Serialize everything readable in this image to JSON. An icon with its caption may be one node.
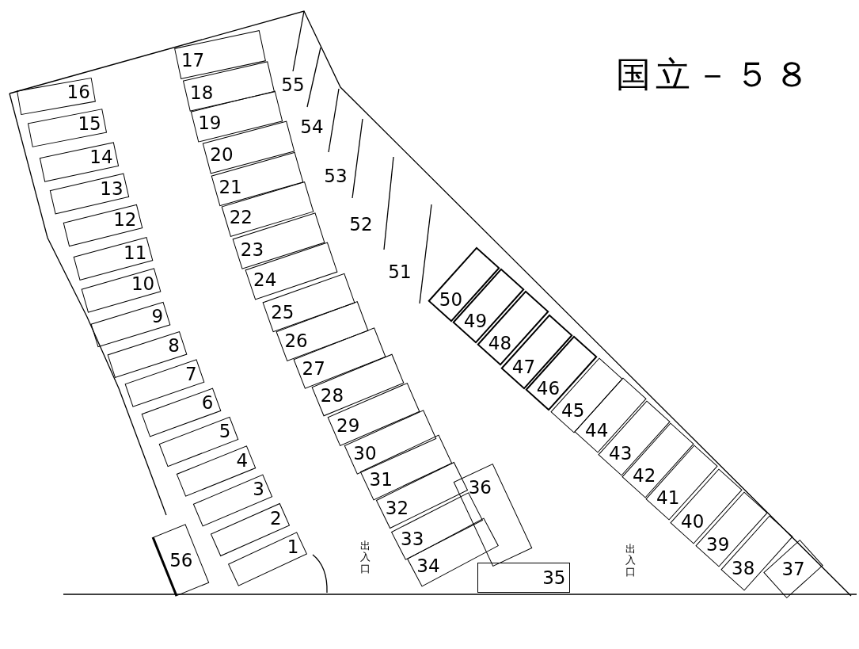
{
  "diagram": {
    "title": "国立－５８",
    "nodes": [
      {
        "text": [
          "1"
        ]
      },
      {
        "text": [
          "2"
        ]
      },
      {
        "text": [
          "3"
        ]
      },
      {
        "text": [
          "4"
        ]
      },
      {
        "text": [
          "5"
        ]
      },
      {
        "text": [
          "6"
        ]
      },
      {
        "text": [
          "7"
        ]
      },
      {
        "text": [
          "8"
        ]
      },
      {
        "text": [
          "9"
        ]
      },
      {
        "text": [
          "10"
        ]
      },
      {
        "text": [
          "11"
        ]
      },
      {
        "text": [
          "12"
        ]
      },
      {
        "text": [
          "13"
        ]
      },
      {
        "text": [
          "14"
        ]
      },
      {
        "text": [
          "15"
        ]
      },
      {
        "text": [
          "16"
        ]
      },
      {
        "text": [
          "17"
        ]
      },
      {
        "text": [
          "18"
        ]
      },
      {
        "text": [
          "19"
        ]
      },
      {
        "text": [
          "20"
        ]
      },
      {
        "text": [
          "21"
        ]
      },
      {
        "text": [
          "22"
        ]
      },
      {
        "text": [
          "23"
        ]
      },
      {
        "text": [
          "24"
        ]
      },
      {
        "text": [
          "25"
        ]
      },
      {
        "text": [
          "26"
        ]
      },
      {
        "text": [
          "27"
        ]
      },
      {
        "text": [
          "28"
        ]
      },
      {
        "text": [
          "29"
        ]
      },
      {
        "text": [
          "30"
        ]
      },
      {
        "text": [
          "31"
        ]
      },
      {
        "text": [
          "32"
        ]
      },
      {
        "text": [
          "33"
        ]
      },
      {
        "text": [
          "34"
        ]
      },
      {
        "text": [
          "35"
        ]
      },
      {
        "text": [
          "36"
        ]
      },
      {
        "text": [
          "37"
        ]
      },
      {
        "text": [
          "38"
        ]
      },
      {
        "text": [
          "39"
        ]
      },
      {
        "text": [
          "40"
        ]
      },
      {
        "text": [
          "41"
        ]
      },
      {
        "text": [
          "42"
        ]
      },
      {
        "text": [
          "43"
        ]
      },
      {
        "text": [
          "44"
        ]
      },
      {
        "text": [
          "45"
        ]
      },
      {
        "text": [
          "46"
        ]
      },
      {
        "text": [
          "47"
        ]
      },
      {
        "text": [
          "48"
        ]
      },
      {
        "text": [
          "49"
        ]
      },
      {
        "text": [
          "50"
        ]
      },
      {
        "text": [
          "51"
        ]
      },
      {
        "text": [
          "52"
        ]
      },
      {
        "text": [
          "53"
        ]
      },
      {
        "text": [
          "54"
        ]
      },
      {
        "text": [
          "55"
        ]
      },
      {
        "text": [
          "56"
        ]
      }
    ],
    "labels": [
      "出入口",
      "出入口"
    ]
  }
}
